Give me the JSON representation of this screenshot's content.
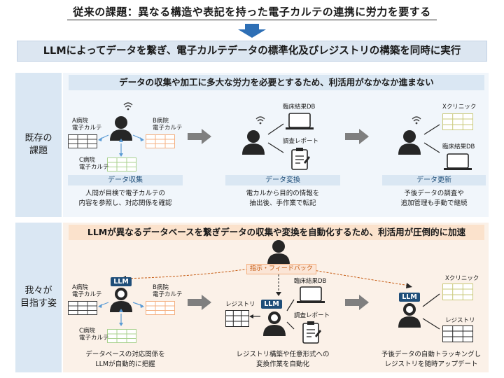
{
  "page": {
    "title": "従来の課題：異なる構造や表記を持った電子カルテの連携に労力を要する",
    "banner": "LLMによってデータを繋ぎ、電子カルテデータの標準化及びレジストリの構築を同時に実行"
  },
  "existing": {
    "label_line1": "既存の",
    "label_line2": "課題",
    "header": "データの収集や加工に多大な労力を必要とするため、利活用がなかなか進まない",
    "stages": [
      {
        "stage_label": "データ収集",
        "caption_line1": "人間が目検で電子カルテの",
        "caption_line2": "内容を参照し、対応関係を確認",
        "records": [
          {
            "line1": "A病院",
            "line2": "電子カルテ"
          },
          {
            "line1": "B病院",
            "line2": "電子カルテ"
          },
          {
            "line1": "C病院",
            "line2": "電子カルテ"
          }
        ]
      },
      {
        "stage_label": "データ変換",
        "caption_line1": "電カルから目的の情報を",
        "caption_line2": "抽出後、手作業で転記",
        "db_label": "臨床結果DB",
        "report_label": "調査レポート"
      },
      {
        "stage_label": "データ更新",
        "caption_line1": "予後データの調査や",
        "caption_line2": "追加管理も手動で継続",
        "clinic_label": "Xクリニック",
        "db_label": "臨床結果DB"
      }
    ]
  },
  "target": {
    "label_line1": "我々が",
    "label_line2": "目指す姿",
    "header": "LLMが異なるデータベースを繋ぎデータの収集や変換を自動化するため、利活用が圧倒的に加速",
    "feedback_label": "指示・フィードバック",
    "llm_label": "LLM",
    "stages": [
      {
        "caption_line1": "データベースの対応関係を",
        "caption_line2": "LLMが自動的に把握",
        "records": [
          {
            "line1": "A病院",
            "line2": "電子カルテ"
          },
          {
            "line1": "B病院",
            "line2": "電子カルテ"
          },
          {
            "line1": "C病院",
            "line2": "電子カルテ"
          }
        ]
      },
      {
        "caption_line1": "レジストリ構築や任意形式への",
        "caption_line2": "変換作業を自動化",
        "registry_label": "レジストリ",
        "db_label": "臨床結果DB",
        "report_label": "調査レポート"
      },
      {
        "caption_line1": "予後データの自動トラッキングし",
        "caption_line2": "レジストリを随時アップデート",
        "clinic_label": "Xクリニック",
        "registry_label": "レジストリ"
      }
    ]
  },
  "colors": {
    "navy": "#1f4e79",
    "light_blue": "#dae7f3",
    "light_orange": "#fbe2cc",
    "grid_blue": "#5b9bd5",
    "grid_orange": "#f4b183",
    "grid_green": "#a9d18e",
    "grid_olive": "#c9c97a",
    "grid_gray": "#404040",
    "arrow_gray": "#7f7f7f",
    "accent_orange": "#c55a11"
  },
  "icons": [
    "person-icon",
    "person-with-brain-icon",
    "laptop-icon",
    "clipboard-icon",
    "spreadsheet-icon",
    "signal-icon",
    "arrow-right-icon",
    "arrow-down-icon"
  ]
}
